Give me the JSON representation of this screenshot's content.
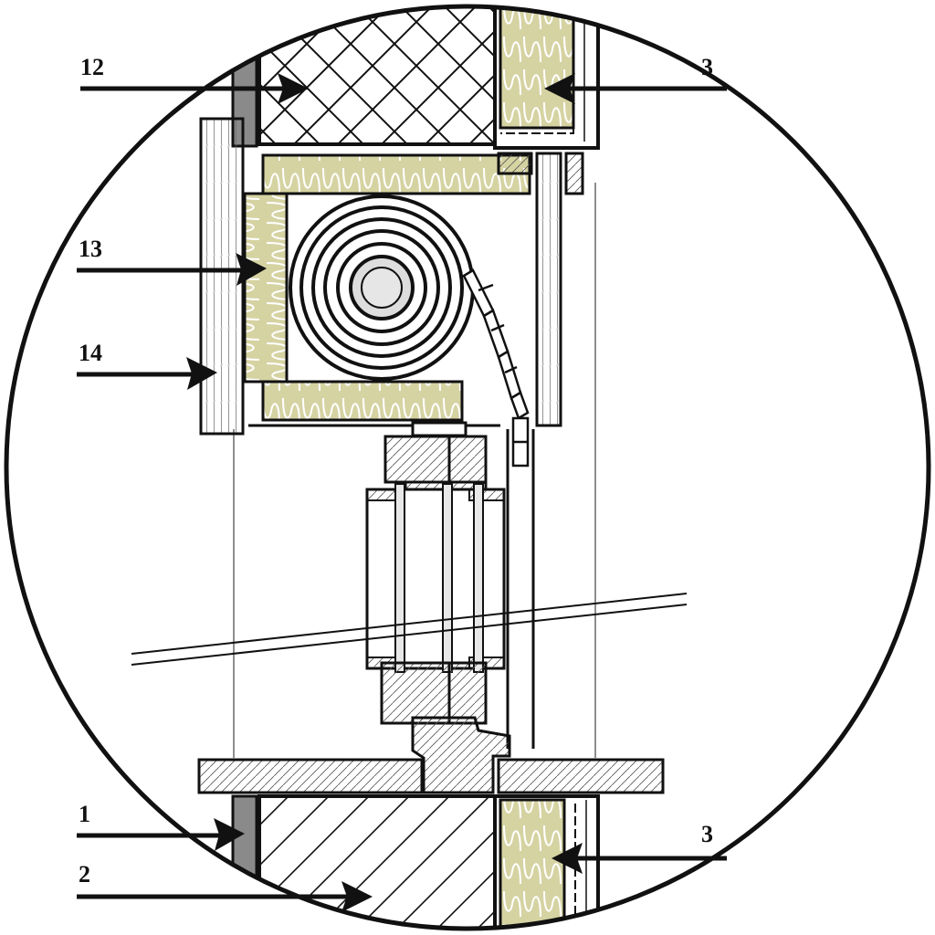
{
  "colors": {
    "insulation_fill": "#d6d3a3",
    "outline": "#111111",
    "wood_fill": "#ffffff",
    "dark_panel": "#8a8a8a",
    "background": "#ffffff"
  },
  "callouts": [
    {
      "id": "12",
      "label": "12",
      "side": "left"
    },
    {
      "id": "3-top",
      "label": "3",
      "side": "right"
    },
    {
      "id": "13",
      "label": "13",
      "side": "left"
    },
    {
      "id": "14",
      "label": "14",
      "side": "left"
    },
    {
      "id": "1",
      "label": "1",
      "side": "left"
    },
    {
      "id": "2",
      "label": "2",
      "side": "left"
    },
    {
      "id": "3-bottom",
      "label": "3",
      "side": "right"
    }
  ]
}
